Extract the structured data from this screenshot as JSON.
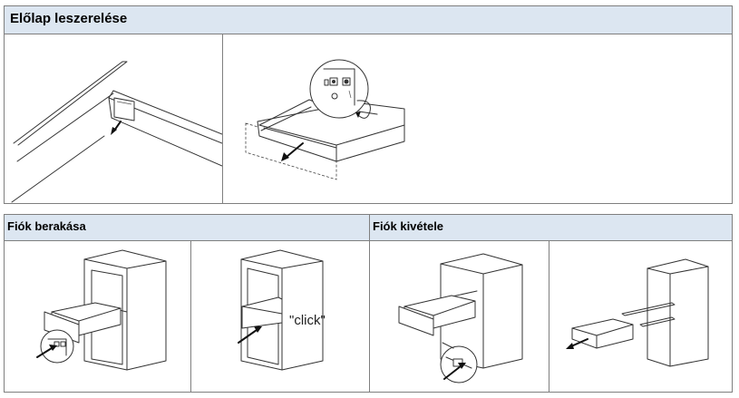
{
  "top_section": {
    "title": "Előlap leszerelése"
  },
  "bottom_left_section": {
    "title": "Fiók berakása",
    "click_label": "\"click\""
  },
  "bottom_right_section": {
    "title": "Fiók kivétele"
  },
  "colors": {
    "header_bg": "#dce6f1",
    "border": "#7f7f7f",
    "line": "#333333"
  }
}
